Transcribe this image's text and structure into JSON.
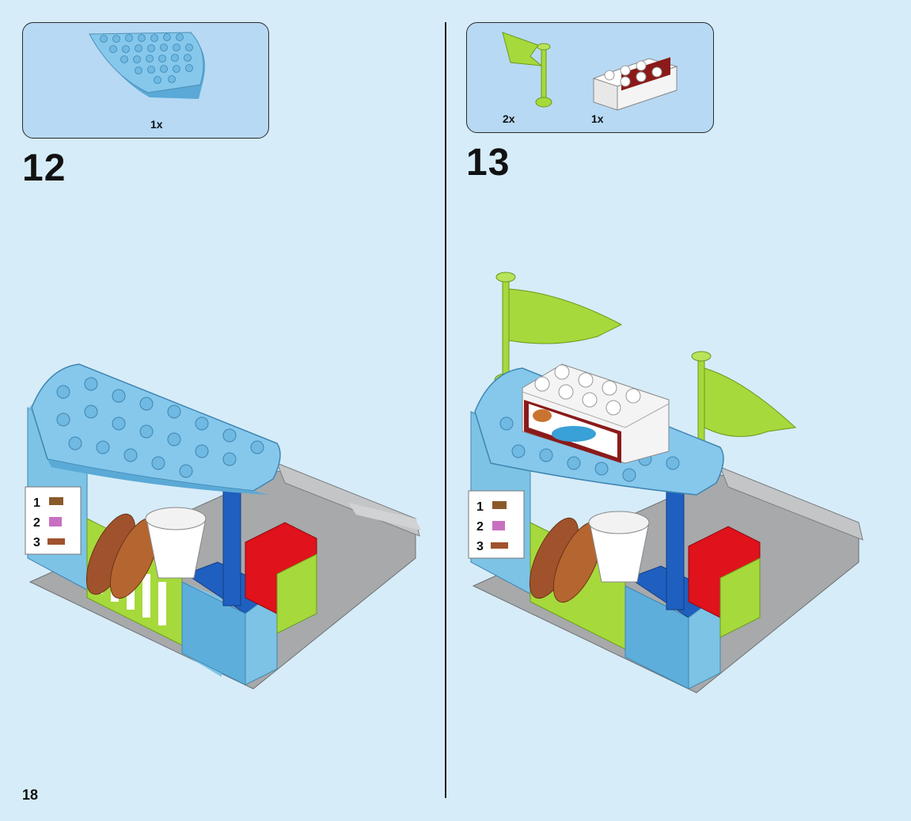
{
  "page": {
    "number": "18"
  },
  "steps": [
    {
      "number": "12",
      "parts": [
        {
          "qty": "1x",
          "part": "light-blue-quarter-round-plate"
        }
      ]
    },
    {
      "number": "13",
      "parts": [
        {
          "qty": "2x",
          "part": "lime-flag"
        },
        {
          "qty": "1x",
          "part": "white-printed-brick-2x4"
        }
      ]
    }
  ],
  "colors": {
    "background": "#d6ecf9",
    "callout": "#b7d9f4",
    "roof": "#7cc3e6",
    "lime": "#a6d93b",
    "red": "#e0121b",
    "blue": "#1f5fbf",
    "gray": "#a7a9ab"
  }
}
